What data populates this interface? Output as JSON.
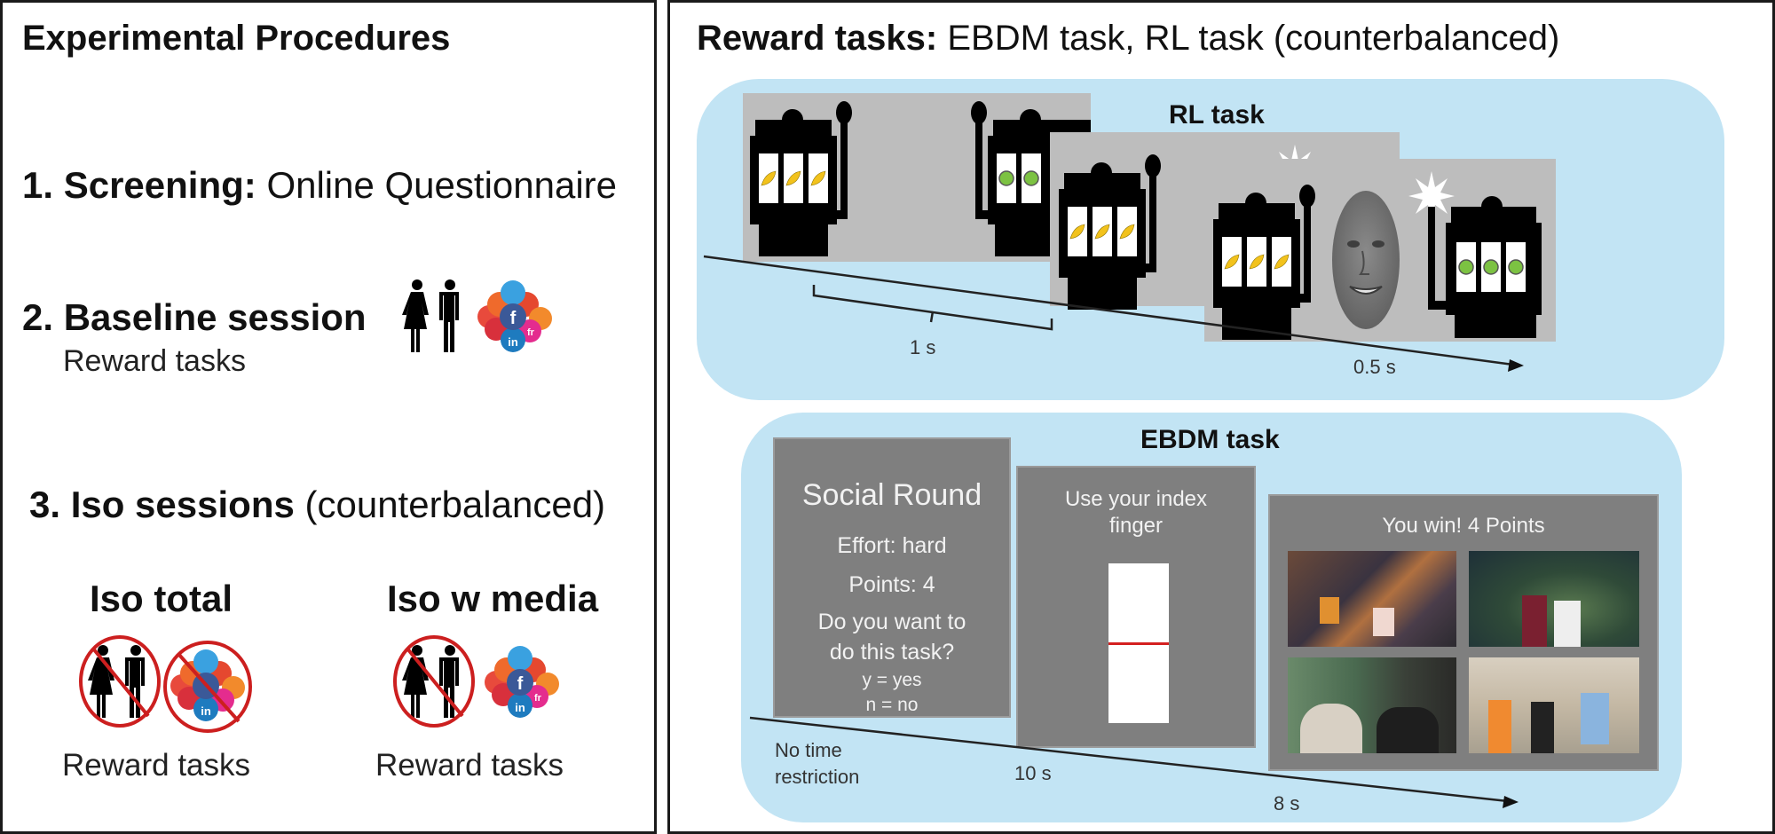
{
  "left_panel": {
    "title": "Experimental Procedures",
    "steps": [
      {
        "number": "1.",
        "label": "Screening:",
        "detail": "Online Questionnaire"
      },
      {
        "number": "2.",
        "label": "Baseline session",
        "detail": "Reward tasks",
        "icons": [
          "people-icon",
          "social-media-cluster-icon"
        ]
      },
      {
        "number": "3.",
        "label": "Iso sessions",
        "detail": "(counterbalanced)"
      }
    ],
    "iso_conditions": [
      {
        "title": "Iso total",
        "subtitle": "Reward tasks",
        "icons": [
          "people-prohibited-icon",
          "social-media-prohibited-icon"
        ]
      },
      {
        "title": "Iso w media",
        "subtitle": "Reward tasks",
        "icons": [
          "people-prohibited-icon",
          "social-media-cluster-icon"
        ]
      }
    ]
  },
  "right_panel": {
    "title_bold": "Reward tasks:",
    "title_rest": " EBDM task, RL task (counterbalanced)",
    "rl_task": {
      "label": "RL task",
      "durations": [
        "1 s",
        "0.5 s"
      ],
      "screens": [
        {
          "left_machine": "lemons",
          "right_machine": "green-circles"
        },
        {
          "left_machine": "lemons",
          "right_machine": "green-circles-selected"
        },
        {
          "left_machine": "lemons",
          "feedback": "smiling-face",
          "right_machine": "green-circles-selected"
        }
      ]
    },
    "ebdm_task": {
      "label": "EBDM task",
      "durations": {
        "choice": "No time\nrestriction",
        "choice_line1": "No time",
        "choice_line2": "restriction",
        "effort": "10 s",
        "reward": "8 s"
      },
      "choice_screen": {
        "title": "Social Round",
        "effort": "Effort: hard",
        "points": "Points: 4",
        "question_line1": "Do you want to",
        "question_line2": "do this task?",
        "yes": "y = yes",
        "no": "n = no"
      },
      "effort_screen": {
        "line1": "Use your index",
        "line2": "finger",
        "target_fraction": 0.5
      },
      "reward_screen": {
        "title": "You win! 4 Points",
        "photos": [
          "friends-shopping-photo",
          "friends-whispering-photo",
          "friends-selfie-photo",
          "friends-tablet-photo"
        ]
      }
    }
  },
  "colors": {
    "task_box": "#c2e4f4",
    "rl_screen": "#bdbdbd",
    "ebdm_screen": "#7f7f7f",
    "lemon": "#f2c21c",
    "green_symbol": "#7cc242",
    "prohibit_red": "#cc1f1f",
    "effort_line": "#d42020"
  }
}
